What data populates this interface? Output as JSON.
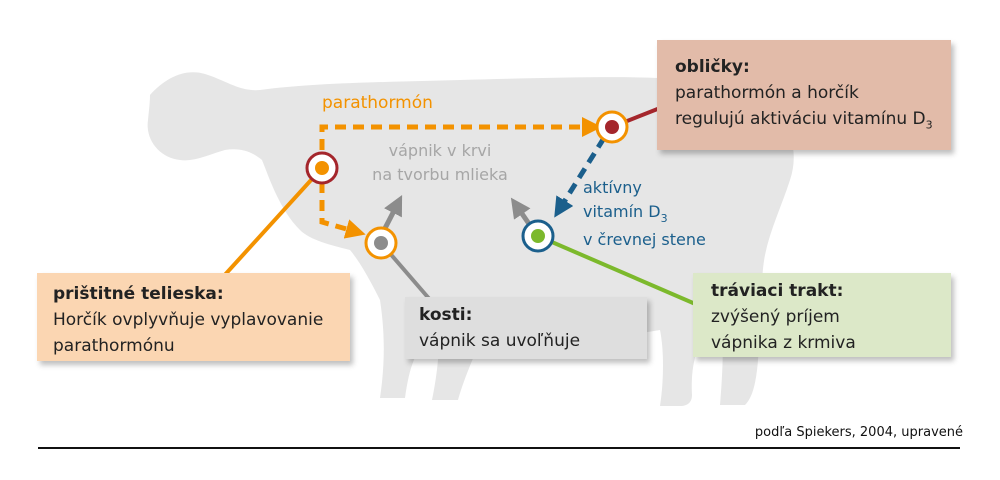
{
  "colors": {
    "orange": "#f39200",
    "darkred": "#a4262c",
    "blue": "#1b5f8c",
    "green": "#7cb92c",
    "gray": "#8c8c8c",
    "cow": "#e6e6e6"
  },
  "labels": {
    "parathormone": "parathormón",
    "blood_line1": "vápnik v krvi",
    "blood_line2": "na tvorbu mlieka",
    "vitd_line1": "aktívny",
    "vitd_line2": "vitamín D",
    "vitd_sub": "3",
    "vitd_line3": "v črevnej stene"
  },
  "boxes": {
    "kidneys": {
      "title": "obličky:",
      "line1": "parathormón a horčík",
      "line2": "regulujú aktiváciu vitamínu D",
      "line2_sub": "3"
    },
    "parathyroid": {
      "title": "prištitné telieska:",
      "line1": "Horčík ovplyvňuje vyplavovanie",
      "line2": "parathormónu"
    },
    "bones": {
      "title": "kosti:",
      "line1": "vápnik sa uvoľňuje"
    },
    "digestive": {
      "title": "tráviaci trakt:",
      "line1": "zvýšený príjem",
      "line2": "vápnika z krmiva"
    }
  },
  "source": "podľa Spiekers, 2004, upravené"
}
